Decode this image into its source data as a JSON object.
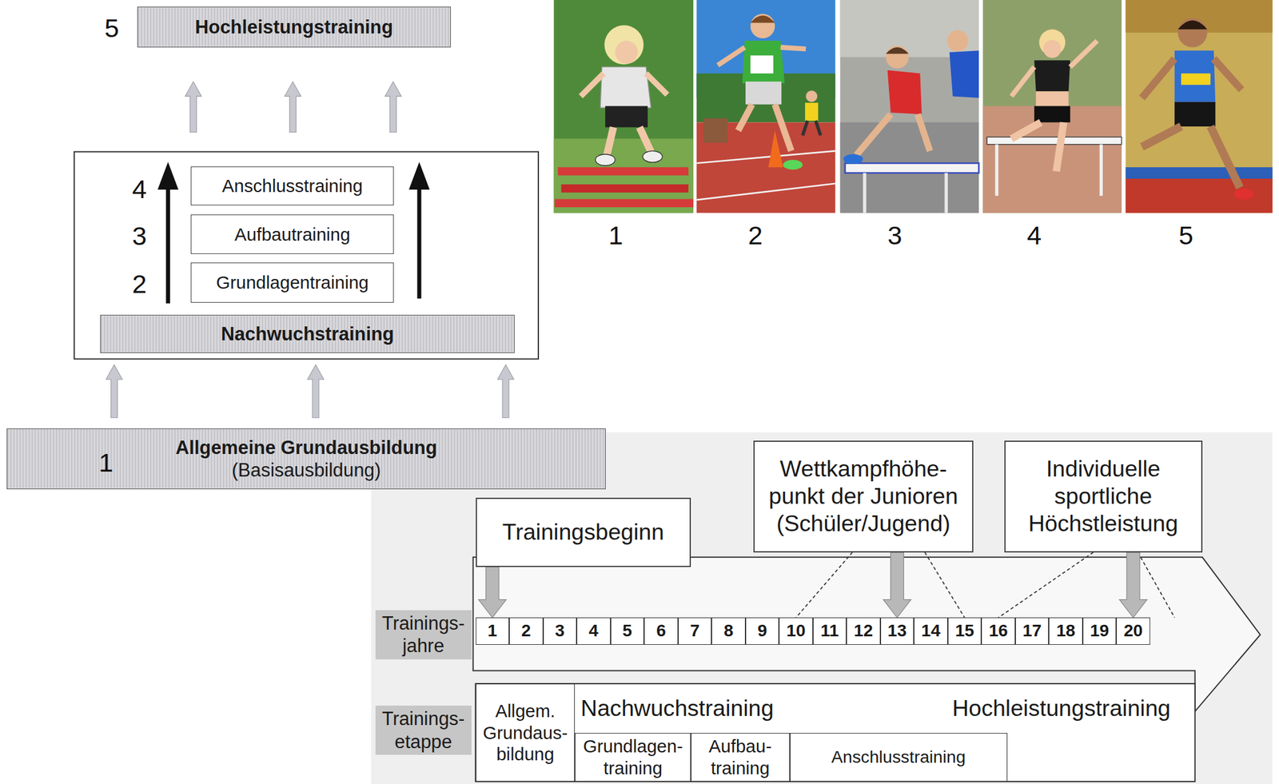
{
  "diagram": {
    "nodes": [
      {
        "text": [
          "Hochleistungstraining"
        ]
      },
      {
        "text": [
          "Anschlusstraining"
        ]
      },
      {
        "text": [
          "Aufbautraining"
        ]
      },
      {
        "text": [
          "Grundlagentraining"
        ]
      },
      {
        "text": [
          "Nachwuchstraining"
        ]
      },
      {
        "text": [
          "Allgemeine Grundausbildung",
          "(Basisausbildung)"
        ]
      },
      {
        "text": [
          "Trainingsbeginn"
        ]
      },
      {
        "text": [
          "Wettkampfhöhe- punkt der Junioren (Schüler/Jugend)"
        ]
      },
      {
        "text": [
          "Individuelle sportliche Höchstleistung"
        ]
      },
      {
        "text": [
          "Trainings- jahre"
        ]
      },
      {
        "text": [
          "1"
        ]
      },
      {
        "text": [
          "2"
        ]
      },
      {
        "text": [
          "3"
        ]
      },
      {
        "text": [
          "4"
        ]
      },
      {
        "text": [
          "5"
        ]
      },
      {
        "text": [
          "6"
        ]
      },
      {
        "text": [
          "7"
        ]
      },
      {
        "text": [
          "8"
        ]
      },
      {
        "text": [
          "9"
        ]
      },
      {
        "text": [
          "10"
        ]
      },
      {
        "text": [
          "11"
        ]
      },
      {
        "text": [
          "12"
        ]
      },
      {
        "text": [
          "13"
        ]
      },
      {
        "text": [
          "14"
        ]
      },
      {
        "text": [
          "15"
        ]
      },
      {
        "text": [
          "16"
        ]
      },
      {
        "text": [
          "17"
        ]
      },
      {
        "text": [
          "18"
        ]
      },
      {
        "text": [
          "19"
        ]
      },
      {
        "text": [
          "20"
        ]
      },
      {
        "text": [
          "Trainings- etappe"
        ]
      },
      {
        "text": [
          "Allgem. Grundaus- bildung"
        ]
      },
      {
        "text": [
          "Nachwuchstraining",
          "Hochleistungstraining"
        ]
      },
      {
        "text": [
          "Grundlagen- training"
        ]
      },
      {
        "text": [
          "Aufbau- training"
        ]
      },
      {
        "text": [
          "Anschlusstraining"
        ]
      }
    ],
    "edges": [
      {
        "from": 6,
        "to": 10,
        "arrow": "to"
      },
      {
        "from": 7,
        "to": 22,
        "arrow": "to"
      },
      {
        "from": 7,
        "to": 19,
        "arrow": "none"
      },
      {
        "from": 7,
        "to": 24,
        "arrow": "none"
      },
      {
        "from": 8,
        "to": 29,
        "arrow": "to"
      },
      {
        "from": 8,
        "to": 25,
        "arrow": "none"
      }
    ],
    "labels": [
      "5",
      "4",
      "3",
      "2",
      "1",
      "1",
      "2",
      "3",
      "4",
      "5"
    ]
  }
}
